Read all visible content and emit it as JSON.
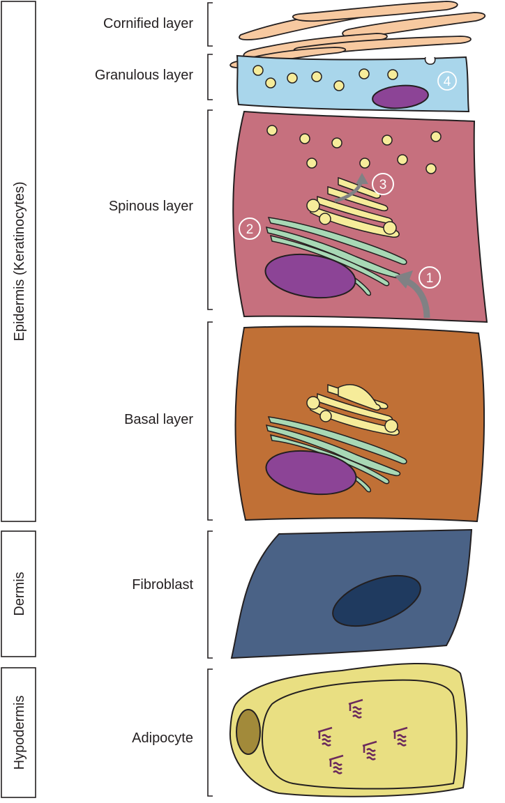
{
  "tissue_labels": {
    "epidermis": "Epidermis (Keratinocytes)",
    "dermis": "Dermis",
    "hypodermis": "Hypodermis"
  },
  "layer_labels": {
    "cornified": "Cornified layer",
    "granulous": "Granulous layer",
    "spinous": "Spinous layer",
    "basal": "Basal layer",
    "fibroblast": "Fibroblast",
    "adipocyte": "Adipocyte"
  },
  "step_markers": {
    "step1": "1",
    "step2": "2",
    "step3": "3",
    "step4": "4"
  },
  "colors": {
    "cornified": "#f7c9a0",
    "granulous": "#a9d6eb",
    "spinous": "#c6707e",
    "basal": "#c07036",
    "fibroblast": "#4a6286",
    "fibroblast_nucleus": "#1f3a5f",
    "adipocyte": "#e9df82",
    "adipocyte_nucleus": "#a28a3a",
    "nucleus": "#8c4496",
    "golgi": "#f6ec9a",
    "er": "#a8d8b5",
    "vesicle": "#f6ec9a",
    "arrow": "#808184",
    "lipid_marks": "#6b2a5c"
  }
}
